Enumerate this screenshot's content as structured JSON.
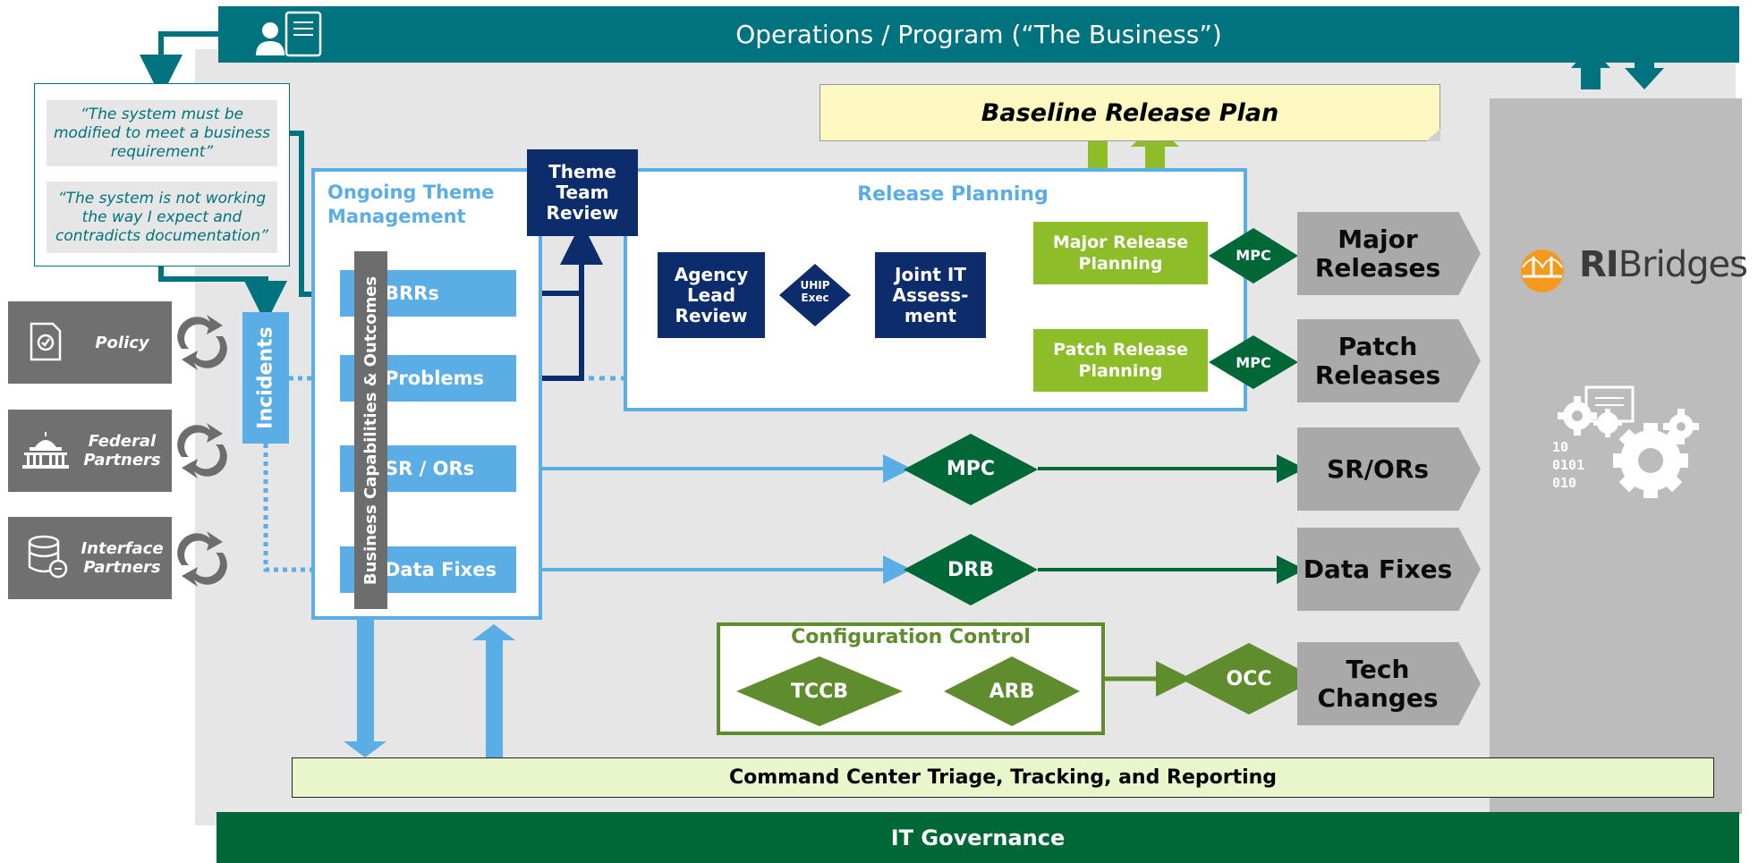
{
  "header": {
    "title": "Operations / Program (“The Business”)"
  },
  "footer": {
    "title": "IT Governance"
  },
  "quotes": [
    "“The system must be modified to meet a business requirement”",
    "“The system is not working the way I expect and contradicts documentation”"
  ],
  "stakeholders": [
    {
      "label": "Policy",
      "icon": "document-check-icon"
    },
    {
      "label": "Federal Partners",
      "icon": "capitol-building-icon"
    },
    {
      "label": "Interface Partners",
      "icon": "database-sync-icon"
    }
  ],
  "incidents": "Incidents",
  "theme": {
    "title": "Ongoing Theme Management",
    "bar_label": "Business Capabilities & Outcomes",
    "items": [
      "BRRs",
      "Problems",
      "SR / ORs",
      "Data Fixes"
    ]
  },
  "theme_team_review": "Theme Team Review",
  "release_planning": {
    "title": "Release Planning",
    "agency_lead_review": "Agency Lead Review",
    "uhip_exec": "UHIP Exec",
    "joint_it": "Joint IT Assess-ment",
    "major": "Major Release Planning",
    "patch": "Patch Release Planning"
  },
  "baseline": "Baseline Release Plan",
  "gates": {
    "mpc_major": "MPC",
    "mpc_patch": "MPC",
    "mpc_sr": "MPC",
    "drb": "DRB",
    "occ": "OCC"
  },
  "config": {
    "title": "Configuration Control",
    "tccb": "TCCB",
    "arb": "ARB"
  },
  "outputs": [
    "Major Releases",
    "Patch Releases",
    "SR/ORs",
    "Data Fixes",
    "Tech Changes"
  ],
  "command_center": "Command Center Triage, Tracking, and Reporting",
  "logo": {
    "prefix": "RI",
    "suffix": "Bridges"
  },
  "colors": {
    "teal": "#00737f",
    "light_blue": "#5aaee5",
    "navy": "#0c2c6b",
    "light_green": "#8ebd2a",
    "dark_green": "#006837",
    "olive": "#5f8c2d"
  }
}
